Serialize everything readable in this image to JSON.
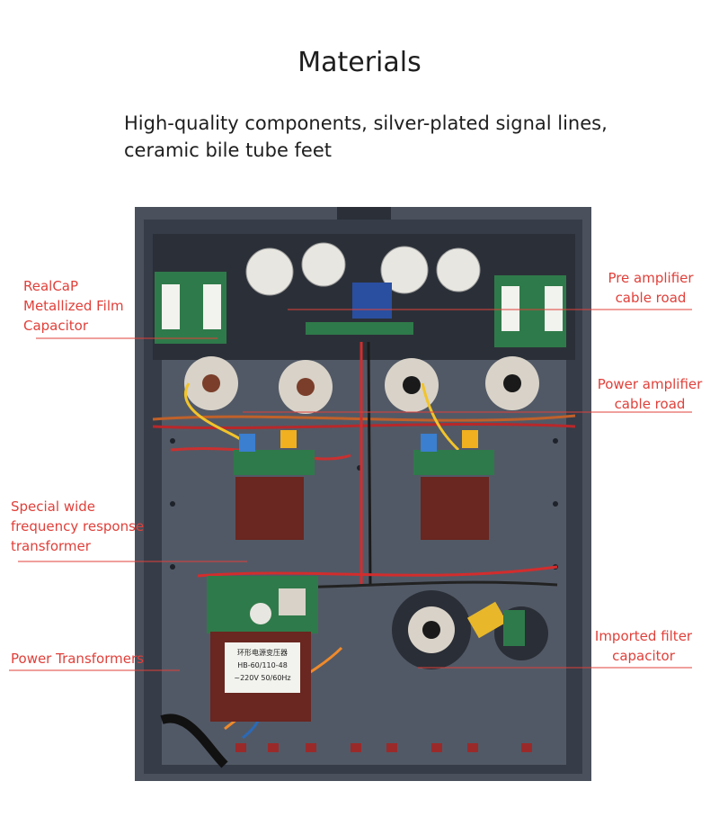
{
  "header": {
    "title": "Materials",
    "subtitle_line1": "High-quality components, silver-plated signal lines,",
    "subtitle_line2": "ceramic bile tube feet"
  },
  "callouts": {
    "realcap": [
      "RealCaP",
      "Metallized Film",
      "Capacitor"
    ],
    "pre_amp": [
      "Pre amplifier",
      "cable road"
    ],
    "power_amp": [
      "Power amplifier",
      "cable road"
    ],
    "transformer": [
      "Special wide",
      "frequency response",
      "transformer"
    ],
    "power_transformers": "Power Transformers",
    "filter_cap": [
      "Imported filter",
      "capacitor"
    ]
  },
  "transformer_plate": {
    "line1": "环形电源变压器",
    "line2": "HB-60/110-48",
    "line3": "~220V 50/60Hz"
  },
  "colors": {
    "accent": "#e0403a",
    "chassis": "#3d4350",
    "board": "#2f7a4a"
  }
}
